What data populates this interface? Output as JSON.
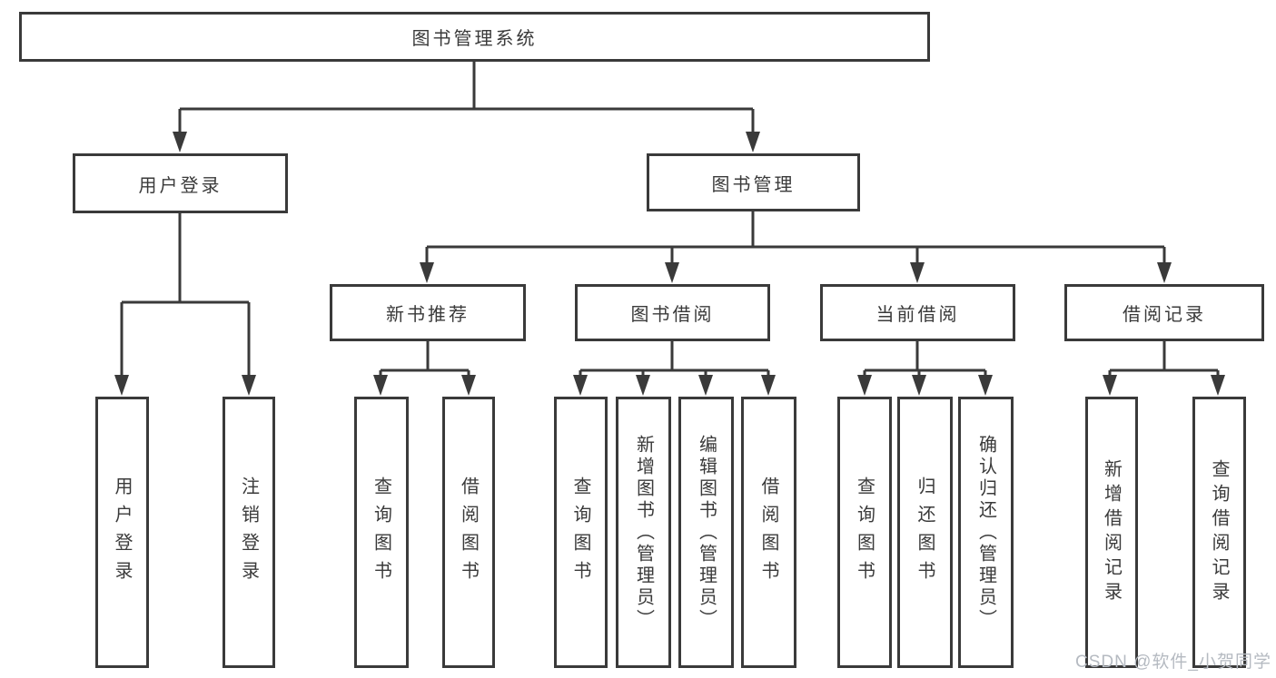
{
  "diagram": {
    "type": "hierarchy-tree",
    "title": "图书管理系统"
  },
  "nodes": {
    "root": "图书管理系统",
    "user_login": "用户登录",
    "book_mgmt": "图书管理",
    "new_book_rec": "新书推荐",
    "book_borrow": "图书借阅",
    "current_borrow": "当前借阅",
    "borrow_record": "借阅记录",
    "leaf_user_login": "用户登录",
    "leaf_logout": "注销登录",
    "leaf_query_book_1": "查询图书",
    "leaf_borrow_book_1": "借阅图书",
    "leaf_query_book_2": "查询图书",
    "leaf_add_book": "新增图书（管理员）",
    "leaf_edit_book": "编辑图书（管理员）",
    "leaf_borrow_book_2": "借阅图书",
    "leaf_query_book_3": "查询图书",
    "leaf_return_book": "归还图书",
    "leaf_confirm_return": "确认归还（管理员）",
    "leaf_add_record": "新增借阅记录",
    "leaf_query_record": "查询借阅记录"
  },
  "hierarchy": [
    {
      "parent": "图书管理系统",
      "children": [
        "用户登录",
        "图书管理"
      ]
    },
    {
      "parent": "用户登录",
      "children": [
        "用户登录",
        "注销登录"
      ]
    },
    {
      "parent": "图书管理",
      "children": [
        "新书推荐",
        "图书借阅",
        "当前借阅",
        "借阅记录"
      ]
    },
    {
      "parent": "新书推荐",
      "children": [
        "查询图书",
        "借阅图书"
      ]
    },
    {
      "parent": "图书借阅",
      "children": [
        "查询图书",
        "新增图书（管理员）",
        "编辑图书（管理员）",
        "借阅图书"
      ]
    },
    {
      "parent": "当前借阅",
      "children": [
        "查询图书",
        "归还图书",
        "确认归还（管理员）"
      ]
    },
    {
      "parent": "借阅记录",
      "children": [
        "新增借阅记录",
        "查询借阅记录"
      ]
    }
  ],
  "colors": {
    "line": "#3a3a3a",
    "text": "#3a3a3a",
    "background": "#ffffff",
    "watermark": "#b5bac1"
  },
  "watermark": "CSDN @软件_小贺同学"
}
